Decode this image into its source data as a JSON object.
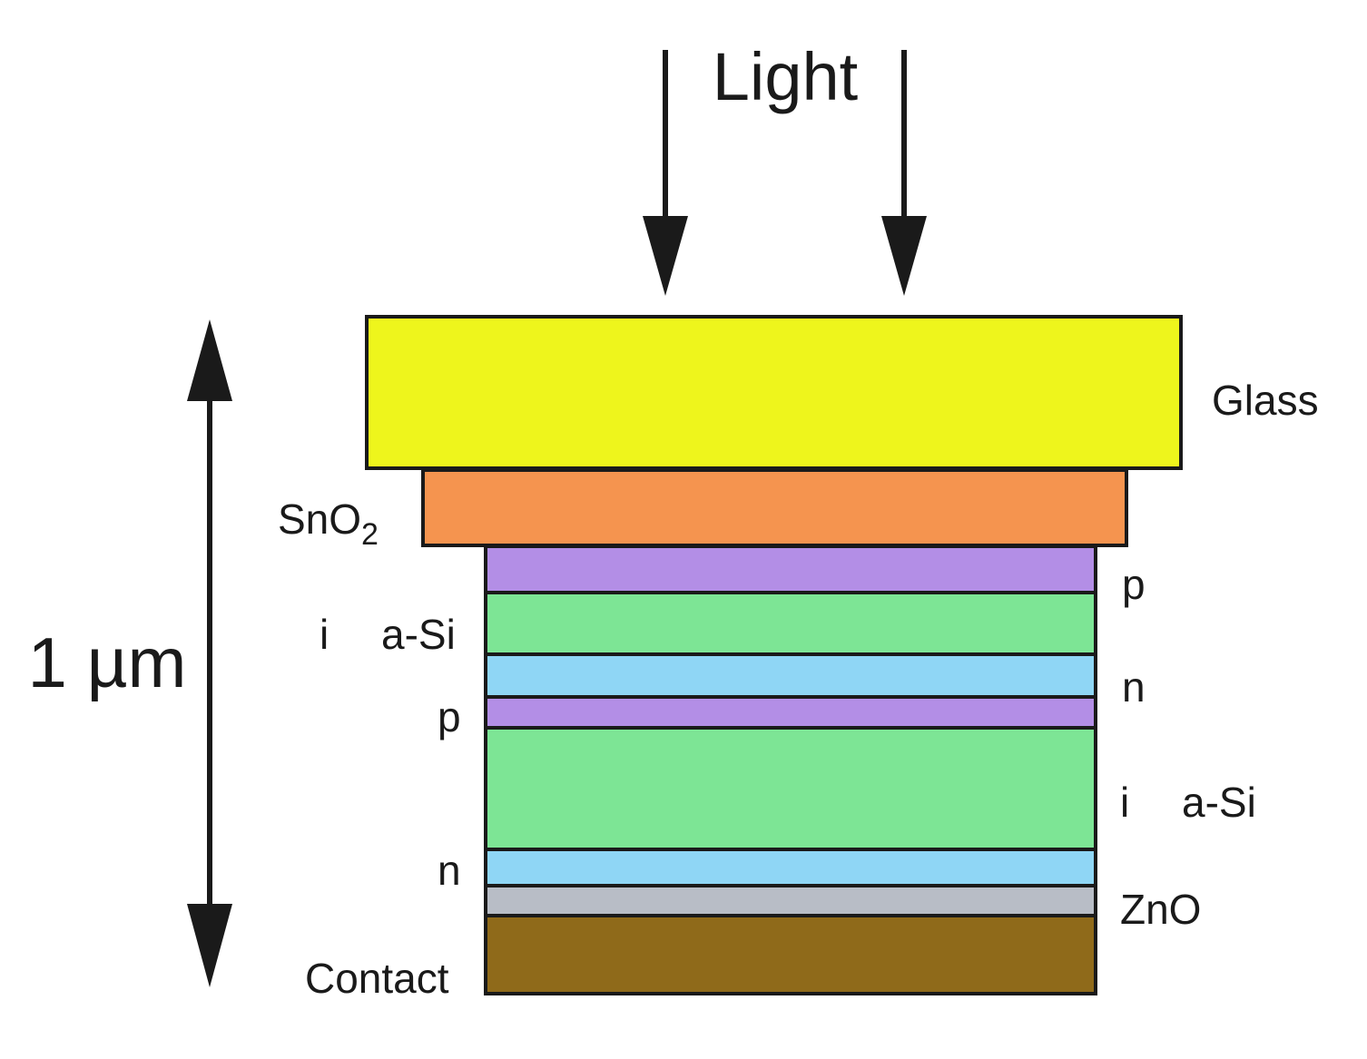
{
  "title": "Light",
  "thickness_label": "1 µm",
  "colors": {
    "glass": "#eef51c",
    "sno2": "#f5944f",
    "p_layer": "#b38ee6",
    "i_layer": "#7de595",
    "n_layer": "#8fd6f5",
    "zno": "#b8bdc6",
    "contact": "#8f6a1a",
    "outline": "#1a1a1a"
  },
  "layers": [
    {
      "id": "glass",
      "label": "Glass",
      "color_key": "glass"
    },
    {
      "id": "sno2",
      "label_main": "SnO",
      "label_sub": "2",
      "color_key": "sno2"
    },
    {
      "id": "p-top",
      "label": "p",
      "color_key": "p_layer"
    },
    {
      "id": "i-top",
      "label_i": "i",
      "label_material": "a-Si",
      "color_key": "i_layer"
    },
    {
      "id": "n-top",
      "label": "n",
      "color_key": "n_layer"
    },
    {
      "id": "p-bottom",
      "label": "p",
      "color_key": "p_layer"
    },
    {
      "id": "i-bottom",
      "label_i": "i",
      "label_material": "a-Si",
      "color_key": "i_layer"
    },
    {
      "id": "n-bottom",
      "label": "n",
      "color_key": "n_layer"
    },
    {
      "id": "zno",
      "label": "ZnO",
      "color_key": "zno"
    },
    {
      "id": "contact",
      "label": "Contact",
      "color_key": "contact"
    }
  ]
}
